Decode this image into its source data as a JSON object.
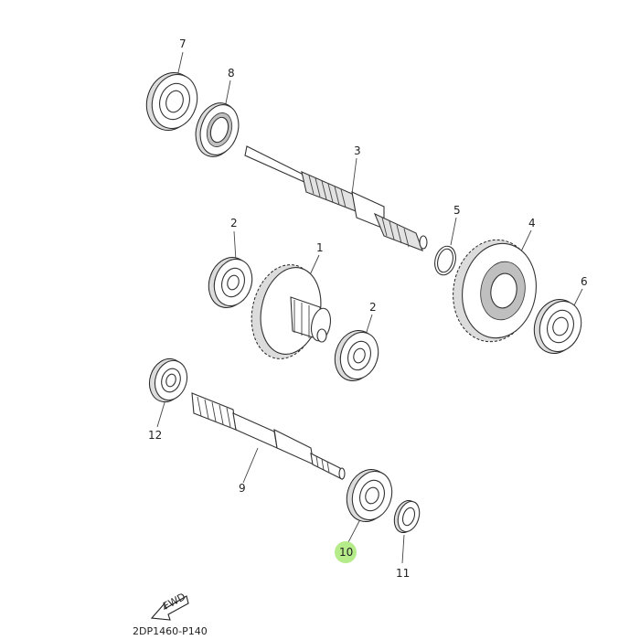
{
  "diagram": {
    "callouts": [
      {
        "id": "7",
        "label": "7"
      },
      {
        "id": "8",
        "label": "8"
      },
      {
        "id": "3",
        "label": "3"
      },
      {
        "id": "5",
        "label": "5"
      },
      {
        "id": "4",
        "label": "4"
      },
      {
        "id": "2a",
        "label": "2"
      },
      {
        "id": "1",
        "label": "1"
      },
      {
        "id": "2b",
        "label": "2"
      },
      {
        "id": "6",
        "label": "6"
      },
      {
        "id": "12",
        "label": "12"
      },
      {
        "id": "9",
        "label": "9"
      },
      {
        "id": "10",
        "label": "10"
      },
      {
        "id": "11",
        "label": "11"
      }
    ],
    "fwd_label": "FWD",
    "footer_code": "2DP1460-P140",
    "colors": {
      "highlight": "#b6eb8a",
      "ink": "#333333",
      "background": "#ffffff"
    }
  }
}
